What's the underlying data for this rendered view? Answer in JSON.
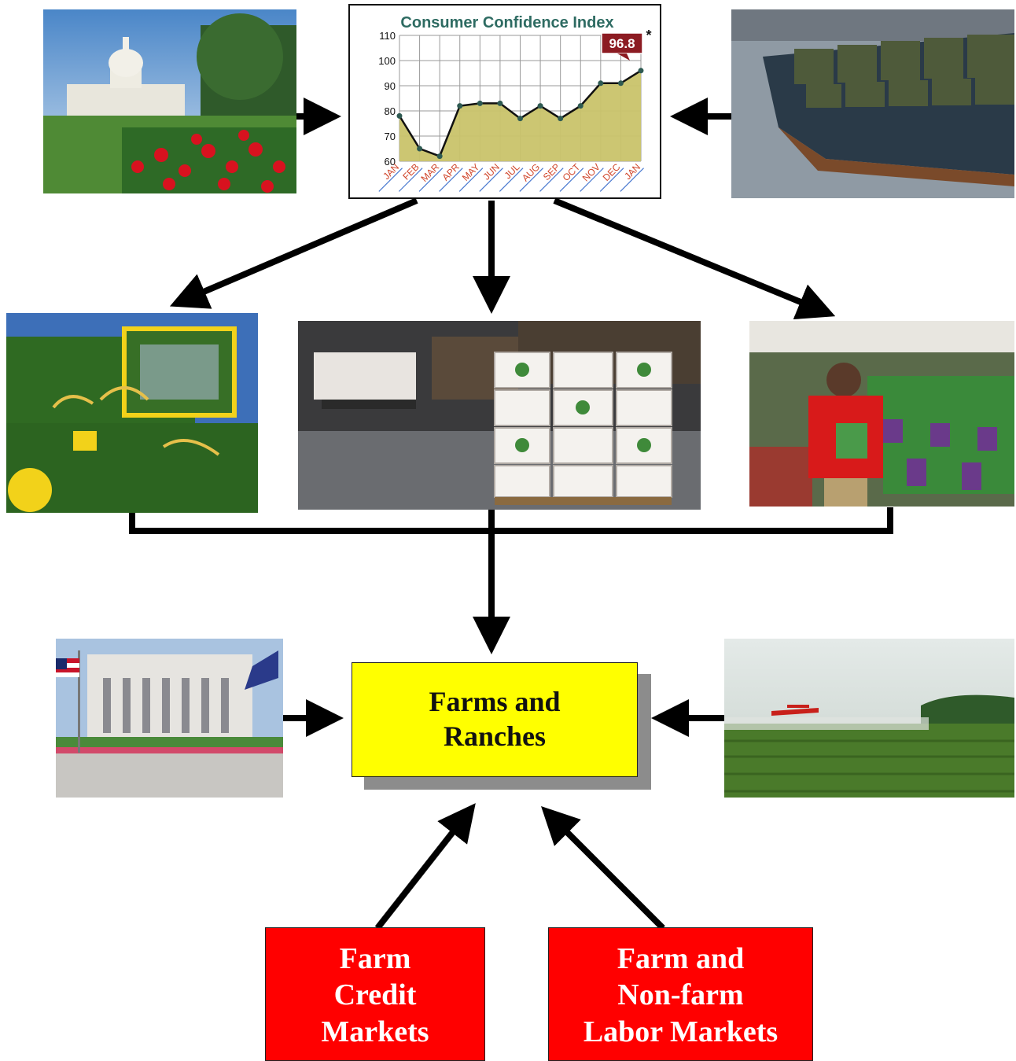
{
  "chart_data": {
    "type": "area",
    "title": "Consumer Confidence Index",
    "categories": [
      "JAN",
      "FEB",
      "MAR",
      "APR",
      "MAY",
      "JUN",
      "JUL",
      "AUG",
      "SEP",
      "OCT",
      "NOV",
      "DEC",
      "JAN"
    ],
    "values": [
      78,
      65,
      62,
      82,
      83,
      83,
      77,
      82,
      77,
      82,
      91,
      91,
      96
    ],
    "ylim": [
      60,
      110
    ],
    "yticks": [
      60,
      70,
      80,
      90,
      100,
      110
    ],
    "grid": true,
    "callout": "96.8",
    "footnote_mark": "*",
    "colors": {
      "fill": "#c9c36a",
      "line": "#111111",
      "title": "#2e6b62",
      "ticks": "#d0452a",
      "callout": "#8c1b22"
    }
  },
  "boxes": {
    "farms": {
      "line1": "Farms and",
      "line2": "Ranches"
    },
    "credit": {
      "line1": "Farm",
      "line2": "Credit",
      "line3": "Markets"
    },
    "labor": {
      "line1": "Farm and",
      "line2": "Non-farm",
      "line3": "Labor Markets"
    }
  },
  "colors": {
    "farms_box": "#ffff00",
    "market_boxes": "#ff0000",
    "arrows": "#000000"
  }
}
